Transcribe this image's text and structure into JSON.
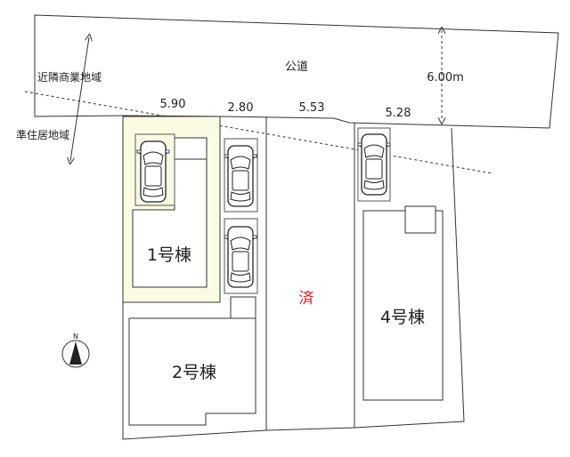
{
  "road": {
    "label": "公道",
    "width": "6.00m"
  },
  "zones": {
    "commercial": "近隣商業地域",
    "semi_residential": "準住居地域"
  },
  "frontage": [
    "5.90",
    "2.80",
    "5.53",
    "5.28"
  ],
  "buildings": {
    "b1": "1号棟",
    "b2": "2号棟",
    "b4": "4号棟"
  },
  "sold_mark": "済",
  "compass": "N",
  "colors": {
    "highlight": "#fbfbe4",
    "sold": "#cc2222",
    "line": "#333333"
  }
}
